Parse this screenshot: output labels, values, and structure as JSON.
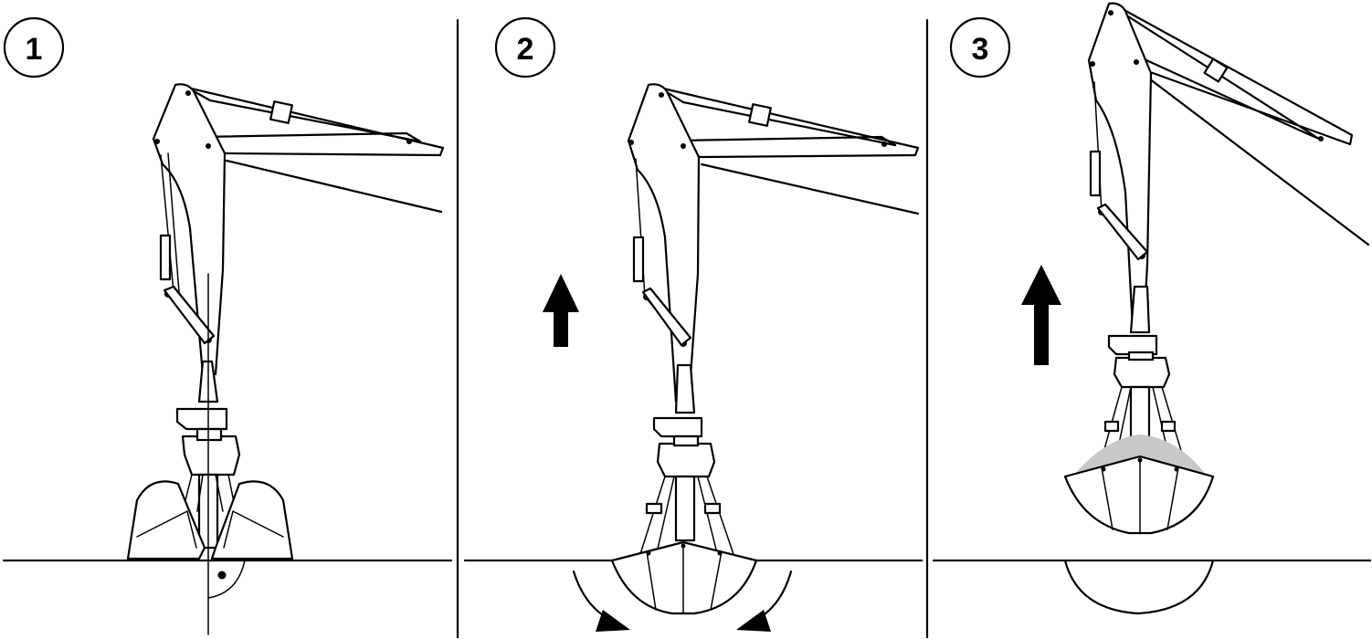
{
  "steps": [
    {
      "number": "1"
    },
    {
      "number": "2"
    },
    {
      "number": "3"
    }
  ],
  "colors": {
    "line": "#000000",
    "background": "#ffffff",
    "dirt": "#c8c8c8"
  }
}
